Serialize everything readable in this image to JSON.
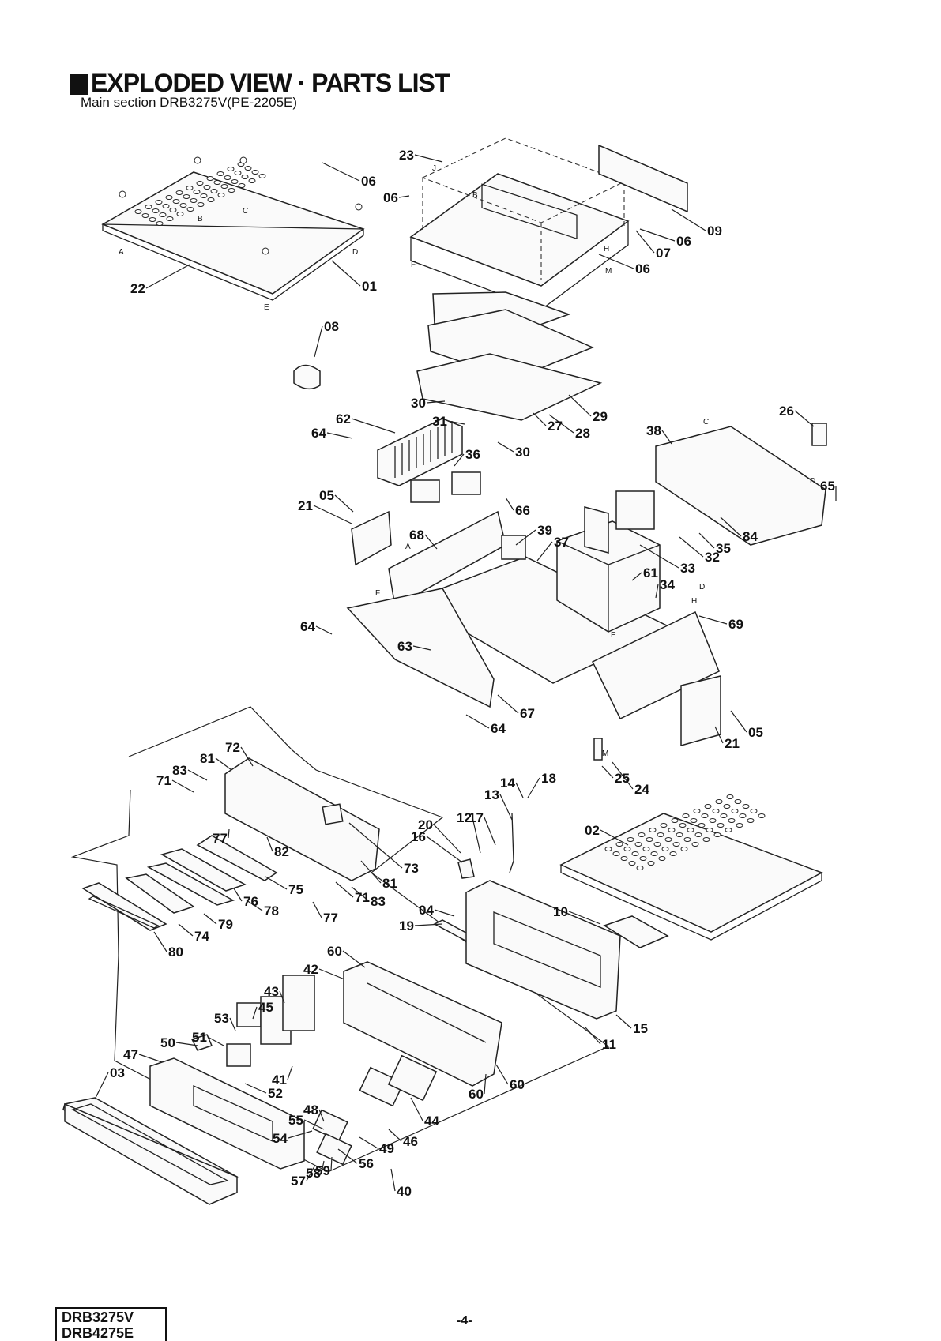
{
  "header": {
    "title": "EXPLODED VIEW · PARTS LIST",
    "subtitle": "Main section DRB3275V(PE-2205E)"
  },
  "footer": {
    "models": [
      "DRB3275V",
      "DRB4275E"
    ],
    "page_number": "-4-"
  },
  "part_numbers": [
    "01",
    "02",
    "03",
    "04",
    "05",
    "06",
    "07",
    "08",
    "09",
    "10",
    "11",
    "12",
    "13",
    "14",
    "15",
    "16",
    "17",
    "18",
    "19",
    "20",
    "21",
    "22",
    "23",
    "24",
    "25",
    "26",
    "27",
    "28",
    "29",
    "30",
    "31",
    "32",
    "33",
    "34",
    "35",
    "36",
    "37",
    "38",
    "39",
    "40",
    "41",
    "42",
    "43",
    "44",
    "45",
    "46",
    "47",
    "48",
    "49",
    "50",
    "51",
    "52",
    "53",
    "54",
    "55",
    "56",
    "57",
    "58",
    "59",
    "60",
    "61",
    "62",
    "63",
    "64",
    "65",
    "66",
    "67",
    "68",
    "69",
    "71",
    "72",
    "73",
    "74",
    "75",
    "76",
    "77",
    "78",
    "79",
    "80",
    "81",
    "82",
    "83",
    "84"
  ],
  "connector_letters": [
    "A",
    "B",
    "C",
    "D",
    "E",
    "F",
    "H",
    "J",
    "M"
  ],
  "callouts": [
    {
      "text": "06"
    },
    {
      "text": "01"
    },
    {
      "text": "22"
    },
    {
      "text": "08"
    },
    {
      "text": "23"
    },
    {
      "text": "06"
    },
    {
      "text": "09"
    },
    {
      "text": "07"
    },
    {
      "text": "06"
    },
    {
      "text": "06"
    },
    {
      "text": "30"
    },
    {
      "text": "31"
    },
    {
      "text": "30"
    },
    {
      "text": "27"
    },
    {
      "text": "28"
    },
    {
      "text": "29"
    },
    {
      "text": "62"
    },
    {
      "text": "64"
    },
    {
      "text": "36"
    },
    {
      "text": "26"
    },
    {
      "text": "38"
    },
    {
      "text": "65"
    },
    {
      "text": "05"
    },
    {
      "text": "21"
    },
    {
      "text": "66"
    },
    {
      "text": "84"
    },
    {
      "text": "35"
    },
    {
      "text": "32"
    },
    {
      "text": "33"
    },
    {
      "text": "39"
    },
    {
      "text": "37"
    },
    {
      "text": "68"
    },
    {
      "text": "61"
    },
    {
      "text": "34"
    },
    {
      "text": "69"
    },
    {
      "text": "64"
    },
    {
      "text": "63"
    },
    {
      "text": "67"
    },
    {
      "text": "64"
    },
    {
      "text": "05"
    },
    {
      "text": "21"
    },
    {
      "text": "25"
    },
    {
      "text": "24"
    },
    {
      "text": "72"
    },
    {
      "text": "81"
    },
    {
      "text": "83"
    },
    {
      "text": "71"
    },
    {
      "text": "77"
    },
    {
      "text": "82"
    },
    {
      "text": "73"
    },
    {
      "text": "81"
    },
    {
      "text": "75"
    },
    {
      "text": "71"
    },
    {
      "text": "83"
    },
    {
      "text": "76"
    },
    {
      "text": "77"
    },
    {
      "text": "78"
    },
    {
      "text": "79"
    },
    {
      "text": "74"
    },
    {
      "text": "80"
    },
    {
      "text": "20"
    },
    {
      "text": "12"
    },
    {
      "text": "17"
    },
    {
      "text": "13"
    },
    {
      "text": "14"
    },
    {
      "text": "18"
    },
    {
      "text": "16"
    },
    {
      "text": "02"
    },
    {
      "text": "04"
    },
    {
      "text": "19"
    },
    {
      "text": "10"
    },
    {
      "text": "15"
    },
    {
      "text": "11"
    },
    {
      "text": "60"
    },
    {
      "text": "42"
    },
    {
      "text": "43"
    },
    {
      "text": "45"
    },
    {
      "text": "53"
    },
    {
      "text": "51"
    },
    {
      "text": "50"
    },
    {
      "text": "47"
    },
    {
      "text": "03"
    },
    {
      "text": "41"
    },
    {
      "text": "52"
    },
    {
      "text": "60"
    },
    {
      "text": "60"
    },
    {
      "text": "44"
    },
    {
      "text": "48"
    },
    {
      "text": "55"
    },
    {
      "text": "54"
    },
    {
      "text": "46"
    },
    {
      "text": "49"
    },
    {
      "text": "56"
    },
    {
      "text": "59"
    },
    {
      "text": "58"
    },
    {
      "text": "57"
    },
    {
      "text": "40"
    }
  ],
  "small_letters": [
    {
      "text": "A"
    },
    {
      "text": "B"
    },
    {
      "text": "C"
    },
    {
      "text": "D"
    },
    {
      "text": "E"
    },
    {
      "text": "J"
    },
    {
      "text": "B"
    },
    {
      "text": "F"
    },
    {
      "text": "H"
    },
    {
      "text": "M"
    },
    {
      "text": "C"
    },
    {
      "text": "D"
    },
    {
      "text": "A"
    },
    {
      "text": "F"
    },
    {
      "text": "D"
    },
    {
      "text": "H"
    },
    {
      "text": "E"
    },
    {
      "text": "M"
    }
  ]
}
